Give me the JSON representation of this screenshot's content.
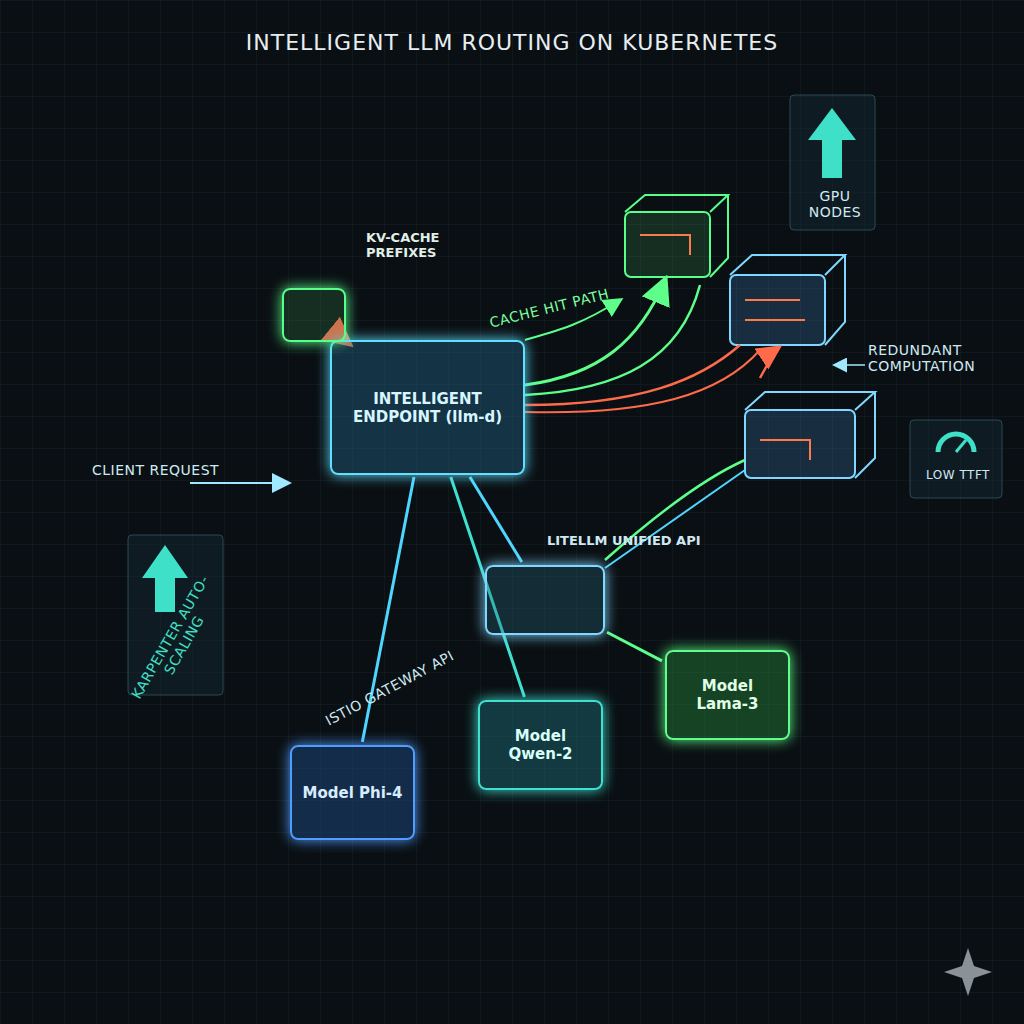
{
  "diagram": {
    "title": "INTELLIGENT LLM ROUTING ON KUBERNETES",
    "nodes": [
      {
        "text": [
          "INTELLIGENT ENDPOINT (llm-d)"
        ]
      },
      {
        "text": [
          "KV-CACHE PREFIXES"
        ]
      },
      {
        "text": [
          "LITELLM UNIFIED API"
        ]
      },
      {
        "text": [
          "Model Phi-4"
        ]
      },
      {
        "text": [
          "Model Qwen-2"
        ]
      },
      {
        "text": [
          "Model Lama-3"
        ]
      }
    ],
    "edges": [
      {
        "from": 0,
        "to": 1,
        "arrow": "to"
      },
      {
        "from": 0,
        "to": 2,
        "arrow": "none"
      },
      {
        "from": 0,
        "to": 3,
        "arrow": "none"
      },
      {
        "from": 0,
        "to": 4,
        "arrow": "none"
      },
      {
        "from": 2,
        "to": 5,
        "arrow": "none"
      }
    ],
    "labels": [
      "CLIENT REQUEST",
      "CACHE HIT PATH",
      "REDUNDANT COMPUTATION",
      "GPU NODES",
      "LOW TTFT",
      "KARPENTER AUTO-SCALING",
      "ISTIO GATEWAY API"
    ]
  }
}
